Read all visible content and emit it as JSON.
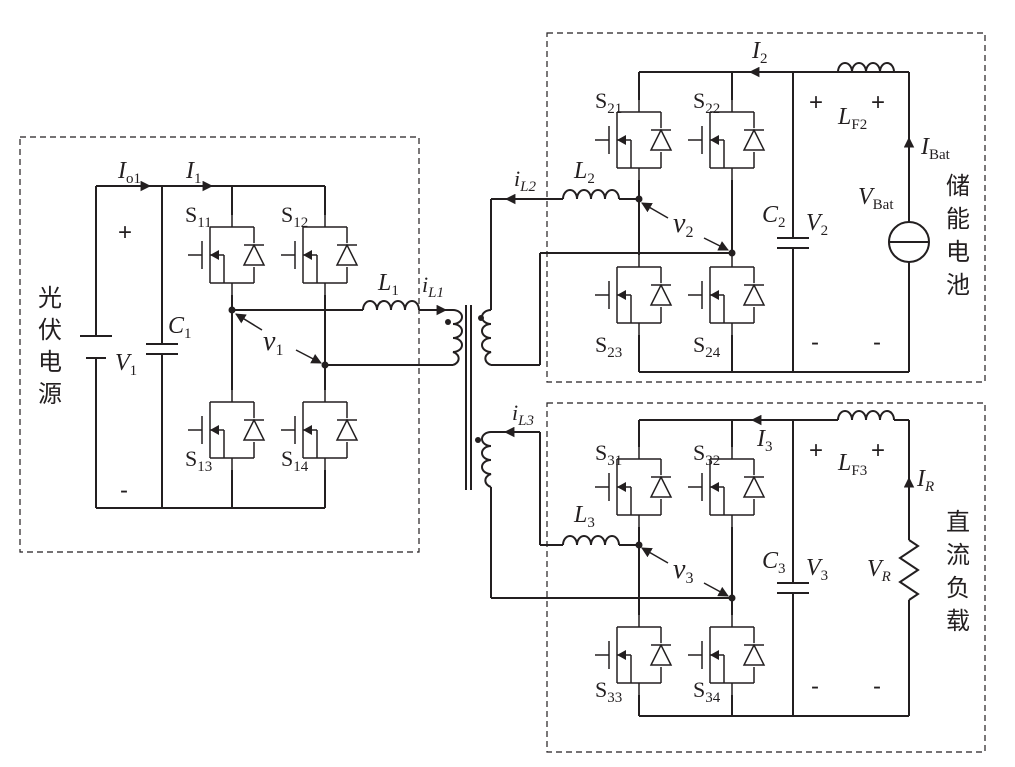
{
  "blocks": {
    "pv_source": {
      "label_chars": [
        "光",
        "伏",
        "电",
        "源"
      ]
    },
    "battery": {
      "label_chars": [
        "储",
        "能",
        "电",
        "池"
      ]
    },
    "dc_load": {
      "label_chars": [
        "直",
        "流",
        "负",
        "载"
      ]
    }
  },
  "switches": {
    "s11": "11",
    "s12": "12",
    "s13": "13",
    "s14": "14",
    "s21": "21",
    "s22": "22",
    "s23": "23",
    "s24": "24",
    "s31": "31",
    "s32": "32",
    "s33": "33",
    "s34": "34"
  },
  "letters": {
    "S": "S",
    "I": "I",
    "L": "L",
    "C": "C",
    "V": "V",
    "i": "i",
    "v": "v"
  },
  "subscripts": {
    "o1": "o1",
    "one": "1",
    "two": "2",
    "three": "3",
    "F2": "F2",
    "F3": "F3",
    "Bat": "Bat",
    "R": "R",
    "L1": "L1",
    "L2": "L2",
    "L3": "L3"
  },
  "signs": {
    "plus": "+",
    "minus": "-"
  }
}
